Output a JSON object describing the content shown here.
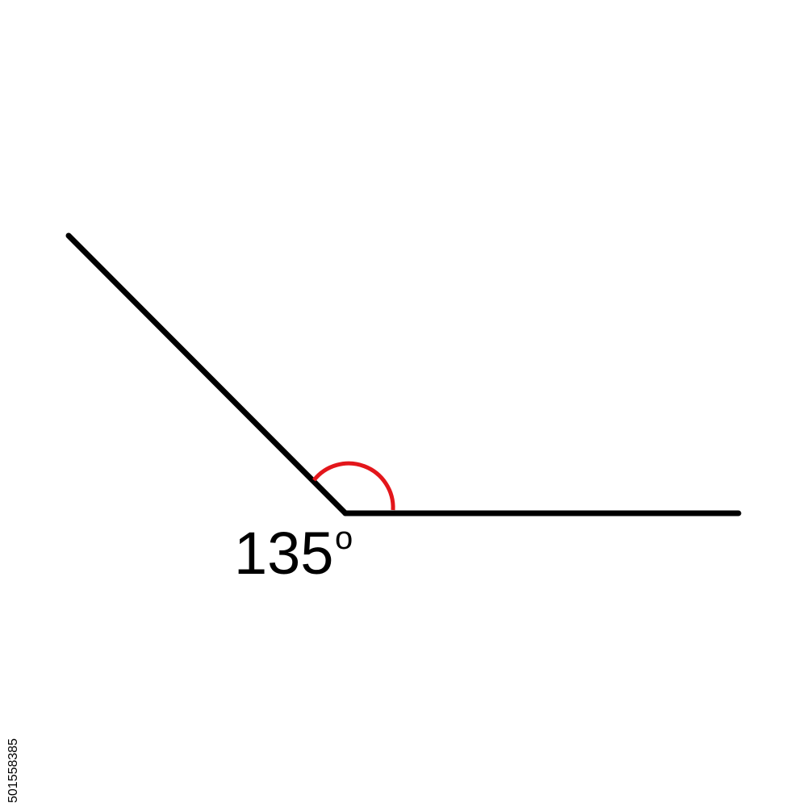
{
  "angle": {
    "degrees": 135,
    "label_value": "135",
    "label_degree_symbol": "o",
    "line_color": "#000000",
    "arc_color": "#e3161b"
  },
  "stock_id": "501558385"
}
